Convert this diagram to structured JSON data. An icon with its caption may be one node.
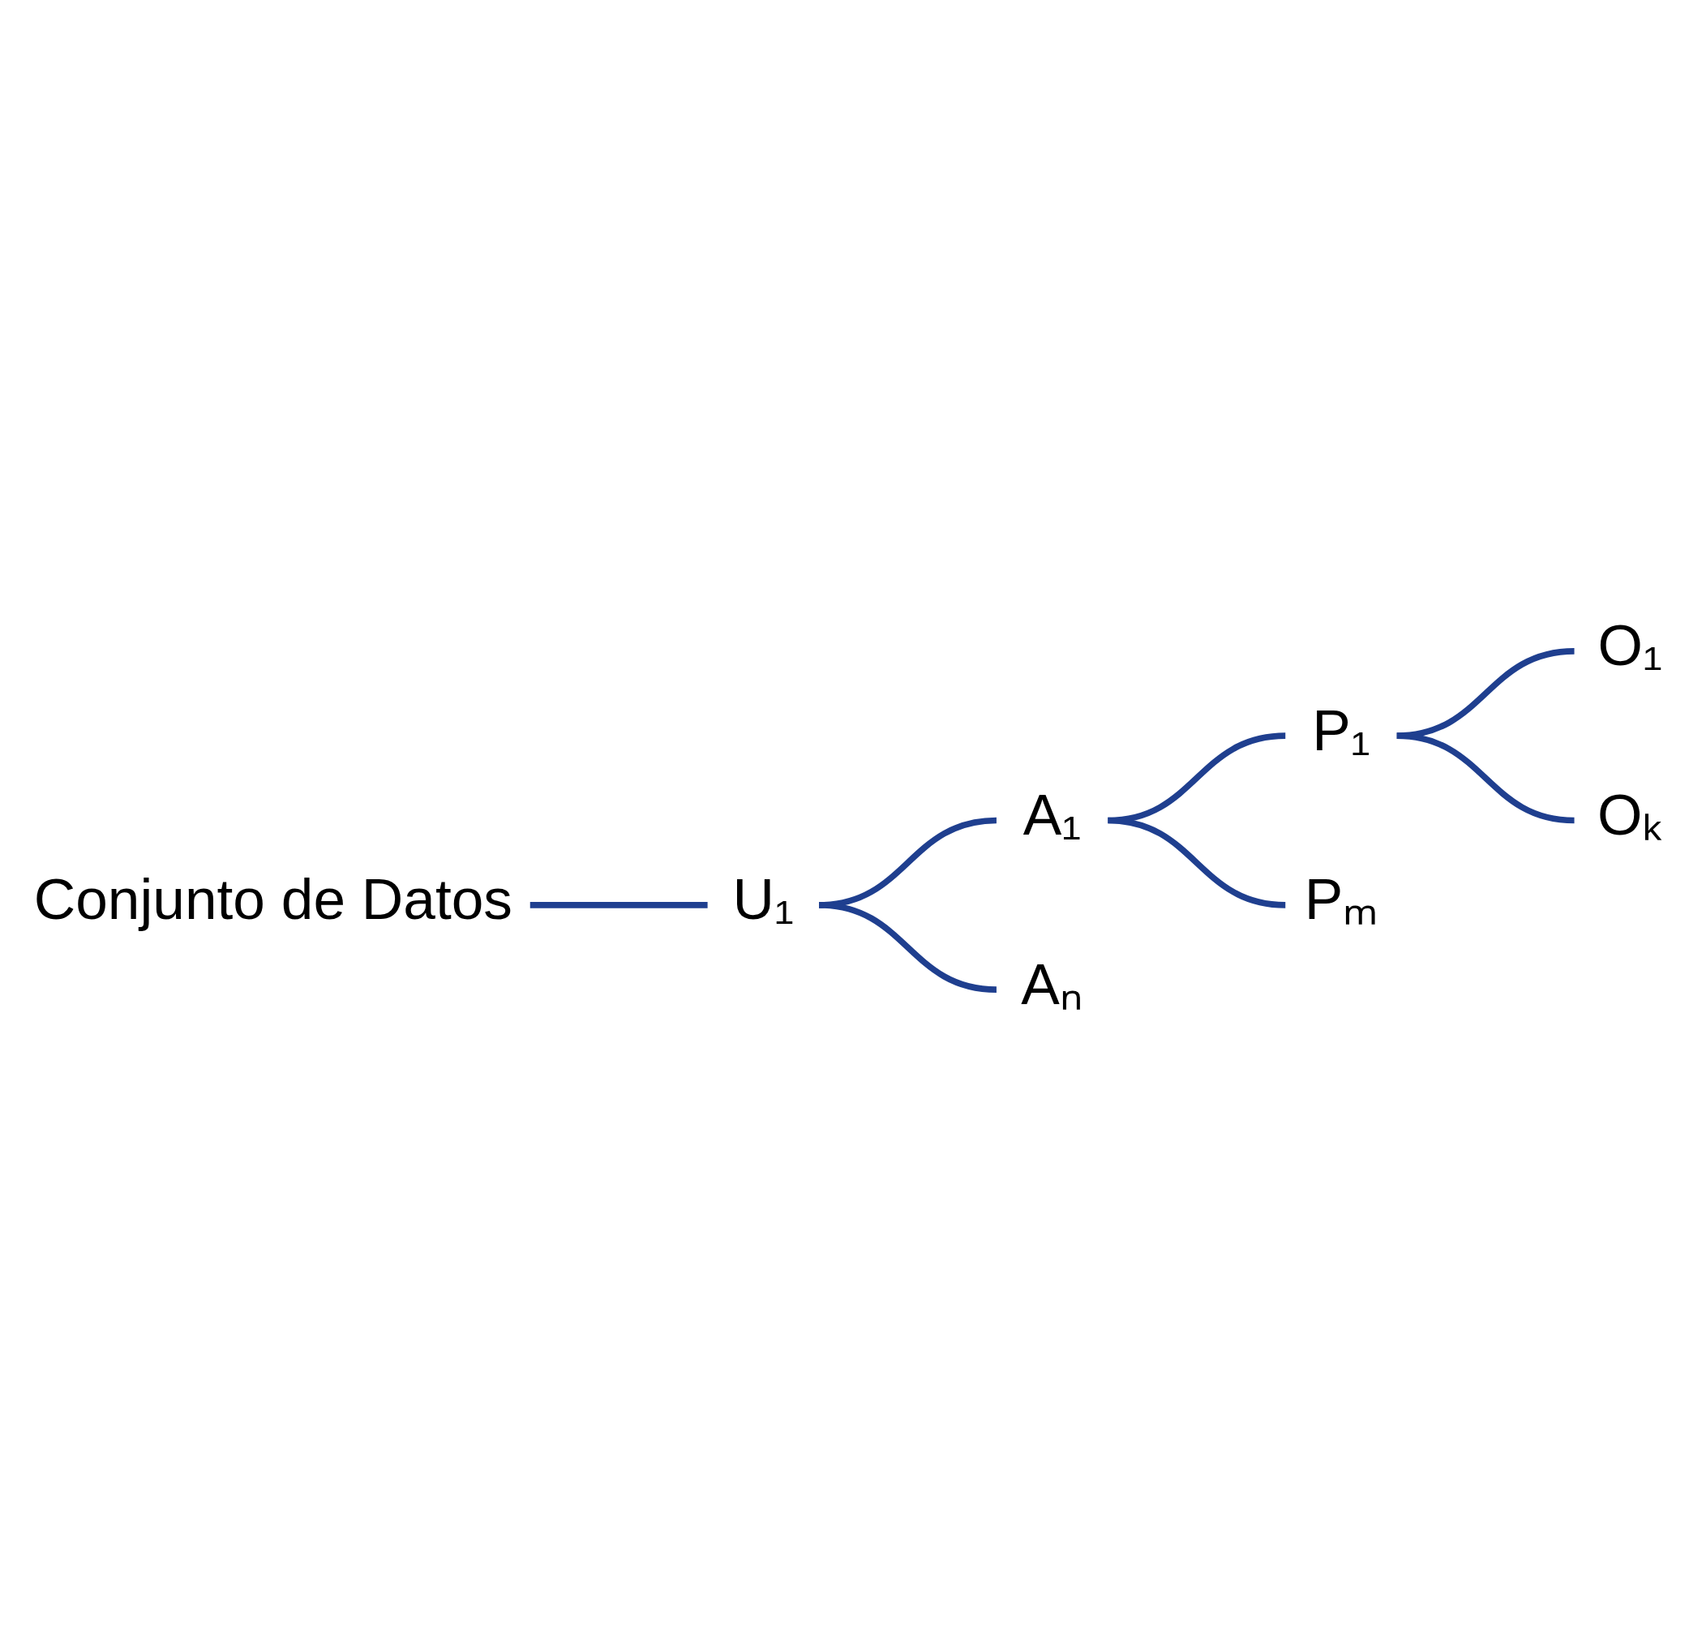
{
  "diagram": {
    "nodes": [
      {
        "text": [
          "Conjunto de Datos"
        ]
      },
      {
        "text": [
          "U₁"
        ]
      },
      {
        "text": [
          "A₁"
        ]
      },
      {
        "text": [
          "Aₙ"
        ]
      },
      {
        "text": [
          "P₁"
        ]
      },
      {
        "text": [
          "Pₘ"
        ]
      },
      {
        "text": [
          "O₁"
        ]
      },
      {
        "text": [
          "Oₖ"
        ]
      }
    ],
    "edges": [
      {
        "from": 0,
        "to": 1,
        "arrow": "none"
      },
      {
        "from": 1,
        "to": 2,
        "arrow": "none"
      },
      {
        "from": 1,
        "to": 3,
        "arrow": "none"
      },
      {
        "from": 2,
        "to": 4,
        "arrow": "none"
      },
      {
        "from": 2,
        "to": 5,
        "arrow": "none"
      },
      {
        "from": 4,
        "to": 6,
        "arrow": "none"
      },
      {
        "from": 4,
        "to": 7,
        "arrow": "none"
      }
    ]
  }
}
